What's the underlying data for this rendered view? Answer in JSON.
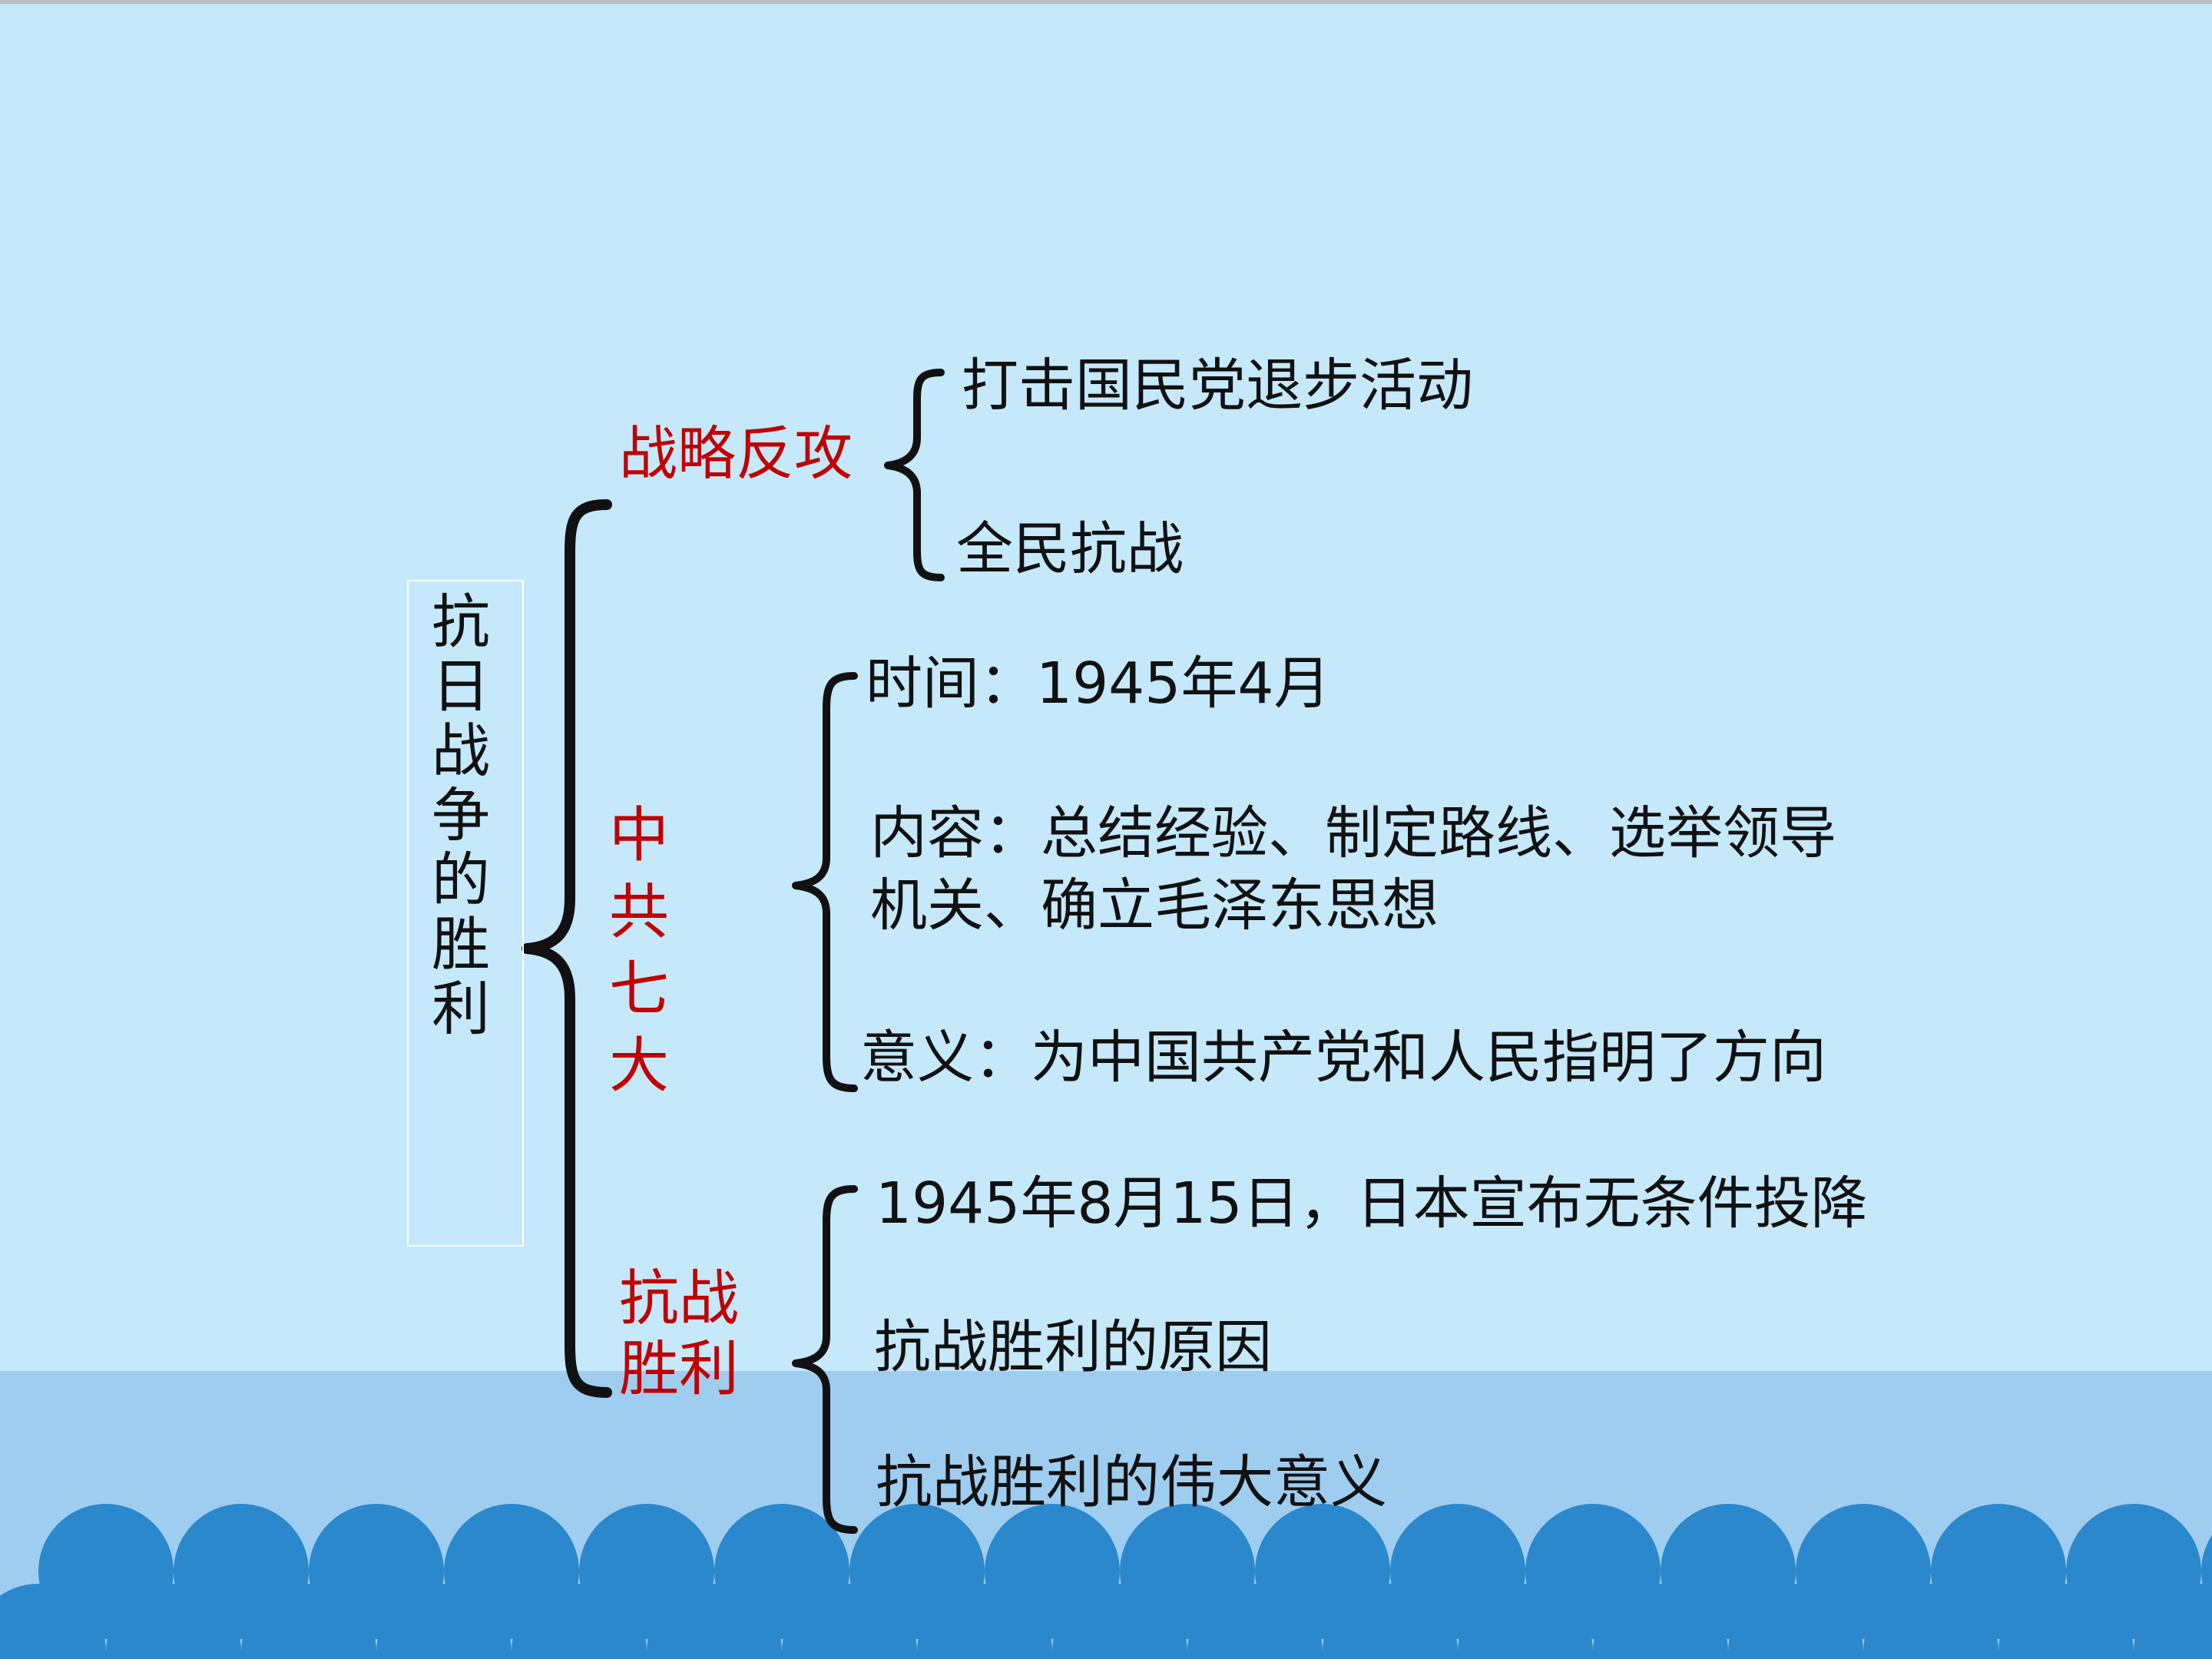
{
  "diagram": {
    "title": "抗日战争的胜利",
    "branches": [
      {
        "label": "战略反攻",
        "items": [
          "打击国民党退步活动",
          "全民抗战"
        ]
      },
      {
        "label": "中共七大",
        "items": [
          "时间：1945年4月",
          "内容：总结经验、制定路线、选举领导机关、确立毛泽东思想",
          "意义：为中国共产党和人民指明了方向"
        ]
      },
      {
        "label": "抗战胜利",
        "items": [
          "1945年8月15日，日本宣布无条件投降",
          "抗战胜利的原因",
          "抗战胜利的伟大意义"
        ]
      }
    ]
  },
  "colors": {
    "background": "#c5e8fb",
    "sea": "#9fcdf0",
    "wave": "#2b88cc",
    "branch_label": "#c00000",
    "text": "#111111"
  }
}
